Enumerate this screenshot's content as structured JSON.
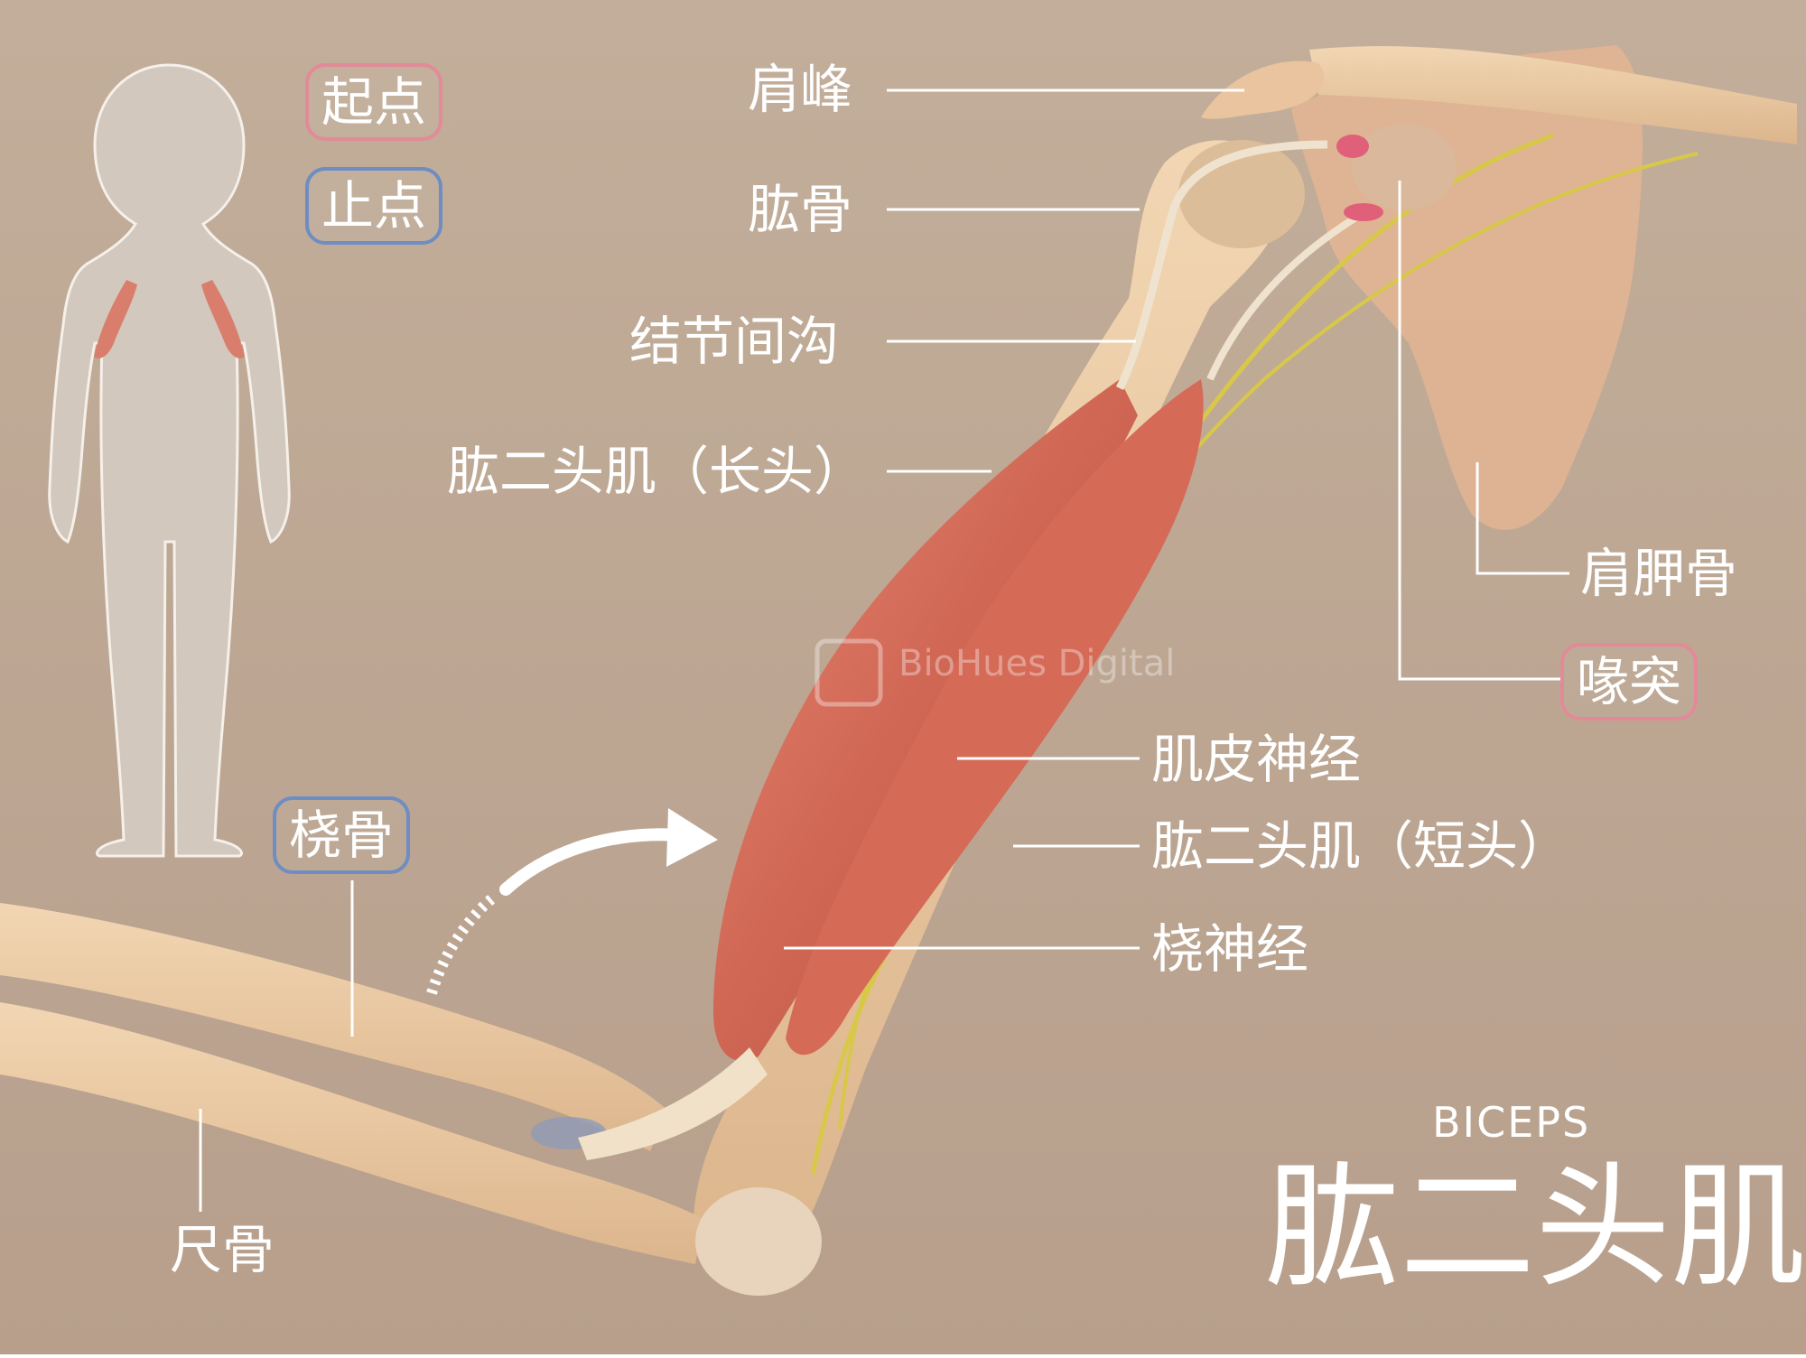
{
  "legend": {
    "origin": "起点",
    "insertion": "止点"
  },
  "labels": {
    "acromion": "肩峰",
    "humerus": "肱骨",
    "intertubercular_groove": "结节间沟",
    "long_head": "肱二头肌（长头）",
    "scapula": "肩胛骨",
    "coracoid": "喙突",
    "musculocutaneous_nerve": "肌皮神经",
    "short_head": "肱二头肌（短头）",
    "radial_nerve": "桡神经",
    "radius": "桡骨",
    "ulna": "尺骨"
  },
  "watermark": "BioHues Digital",
  "subtitle": "BICEPS",
  "title": "肱二头肌",
  "colors": {
    "origin_outline": "#e38a98",
    "insertion_outline": "#6e8dc2",
    "muscle": "#d9705f",
    "bone": "#ecc9a0",
    "nerve": "#d8c84a"
  }
}
